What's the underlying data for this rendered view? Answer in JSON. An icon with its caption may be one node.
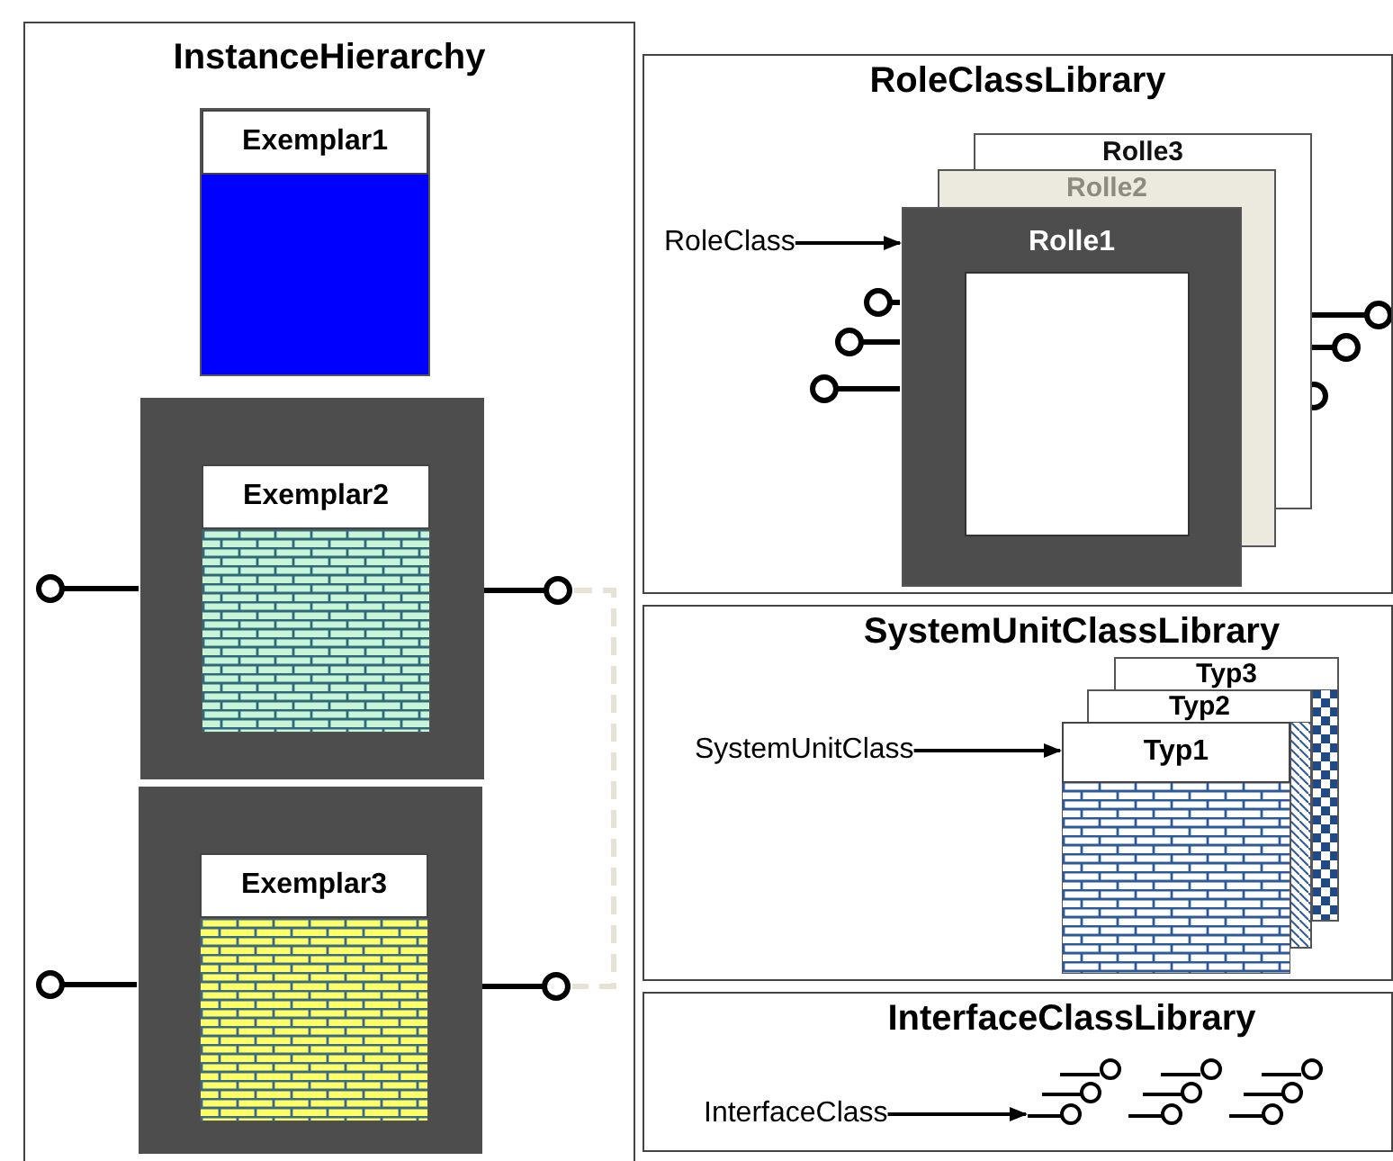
{
  "diagram": {
    "nodes": [
      {
        "text": [
          "InstanceHierarchy"
        ]
      },
      {
        "text": [
          "Exemplar1"
        ],
        "in": 0
      },
      {
        "text": [
          "Exemplar2"
        ],
        "in": 0
      },
      {
        "text": [],
        "shape": "circle",
        "in": 0
      },
      {
        "text": [
          "Exemplar3"
        ],
        "in": 0
      },
      {
        "text": [],
        "shape": "circle",
        "in": 0
      },
      {
        "text": [
          "RoleClassLibrary"
        ]
      },
      {
        "text": [
          "RoleClass"
        ],
        "in": 6
      },
      {
        "text": [
          "Rolle3"
        ],
        "in": 6
      },
      {
        "text": [
          "Rolle2"
        ],
        "in": 6
      },
      {
        "text": [
          "Rolle1"
        ],
        "in": 6
      },
      {
        "text": [
          "SystemUnitClassLibrary"
        ]
      },
      {
        "text": [
          "SystemUnitClass"
        ],
        "in": 11
      },
      {
        "text": [
          "Typ3"
        ],
        "in": 11
      },
      {
        "text": [
          "Typ2"
        ],
        "in": 11
      },
      {
        "text": [
          "Typ1"
        ],
        "in": 11
      },
      {
        "text": [
          "InterfaceClassLibrary"
        ]
      },
      {
        "text": [
          "InterfaceClass"
        ],
        "in": 16
      },
      {
        "text": [],
        "shape": "symbol",
        "in": 16
      }
    ],
    "edges": [
      {
        "from": 3,
        "to": 5,
        "arrow": "none",
        "style": "dashed",
        "color": "#e6e3d6"
      },
      {
        "from": 7,
        "to": 10,
        "arrow": "to"
      },
      {
        "from": 12,
        "to": 15,
        "arrow": "to"
      },
      {
        "from": 17,
        "to": 18,
        "arrow": "to"
      }
    ]
  }
}
